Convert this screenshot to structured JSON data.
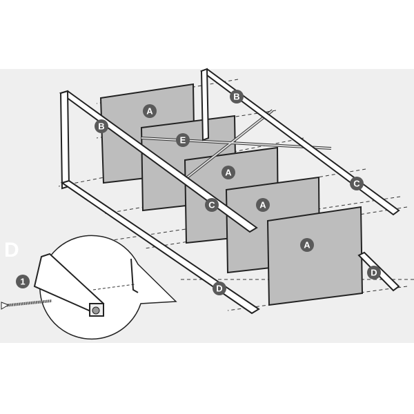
{
  "step_label": "D",
  "colors": {
    "background_band": "#efefef",
    "panel": "#bdbdbd",
    "line": "#222222",
    "callout": "#5a5a5a"
  },
  "callouts": [
    {
      "id": "A1",
      "text": "A"
    },
    {
      "id": "A2",
      "text": "A"
    },
    {
      "id": "A3",
      "text": "A"
    },
    {
      "id": "A4",
      "text": "A"
    },
    {
      "id": "B1",
      "text": "B"
    },
    {
      "id": "B2",
      "text": "B"
    },
    {
      "id": "C1",
      "text": "C"
    },
    {
      "id": "C2",
      "text": "C"
    },
    {
      "id": "D1",
      "text": "D"
    },
    {
      "id": "D2",
      "text": "D"
    },
    {
      "id": "E",
      "text": "E"
    },
    {
      "id": "1",
      "text": "1"
    }
  ]
}
